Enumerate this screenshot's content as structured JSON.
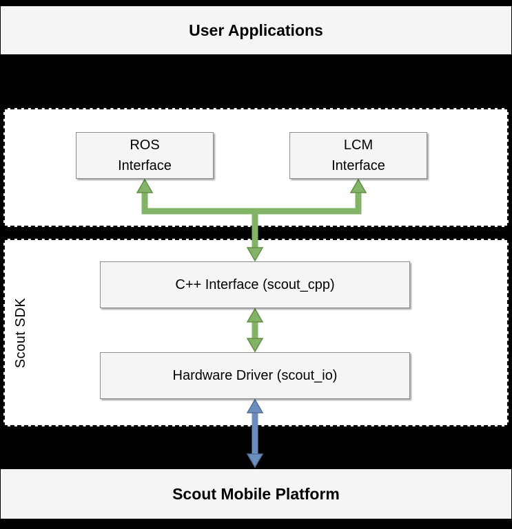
{
  "colors": {
    "background": "#000000",
    "section_fill": "#ffffff",
    "box_fill": "#f5f5f5",
    "box_border": "#8c8c8c",
    "green": "#82b366",
    "green_dark": "#628f45",
    "blue": "#6c8ebf",
    "blue_dark": "#4f6e96"
  },
  "nodes": {
    "user_applications": {
      "label": "User Applications"
    },
    "ros_interface": {
      "label": "ROS\nInterface"
    },
    "lcm_interface": {
      "label": "LCM\nInterface"
    },
    "cpp_interface": {
      "label": "C++ Interface (scout_cpp)"
    },
    "hardware_driver": {
      "label": "Hardware Driver (scout_io)"
    },
    "scout_mobile_platform": {
      "label": "Scout Mobile Platform"
    }
  },
  "sections": {
    "sdk": {
      "label": "Scout SDK"
    }
  },
  "edges": [
    {
      "nodes": [
        "ros_interface",
        "lcm_interface",
        "cpp_interface"
      ],
      "shape": "branch",
      "color": "green",
      "bidirectional": true
    },
    {
      "nodes": [
        "cpp_interface",
        "hardware_driver"
      ],
      "shape": "straight",
      "color": "green",
      "bidirectional": true
    },
    {
      "nodes": [
        "hardware_driver",
        "scout_mobile_platform"
      ],
      "shape": "straight",
      "color": "blue",
      "bidirectional": true
    }
  ]
}
